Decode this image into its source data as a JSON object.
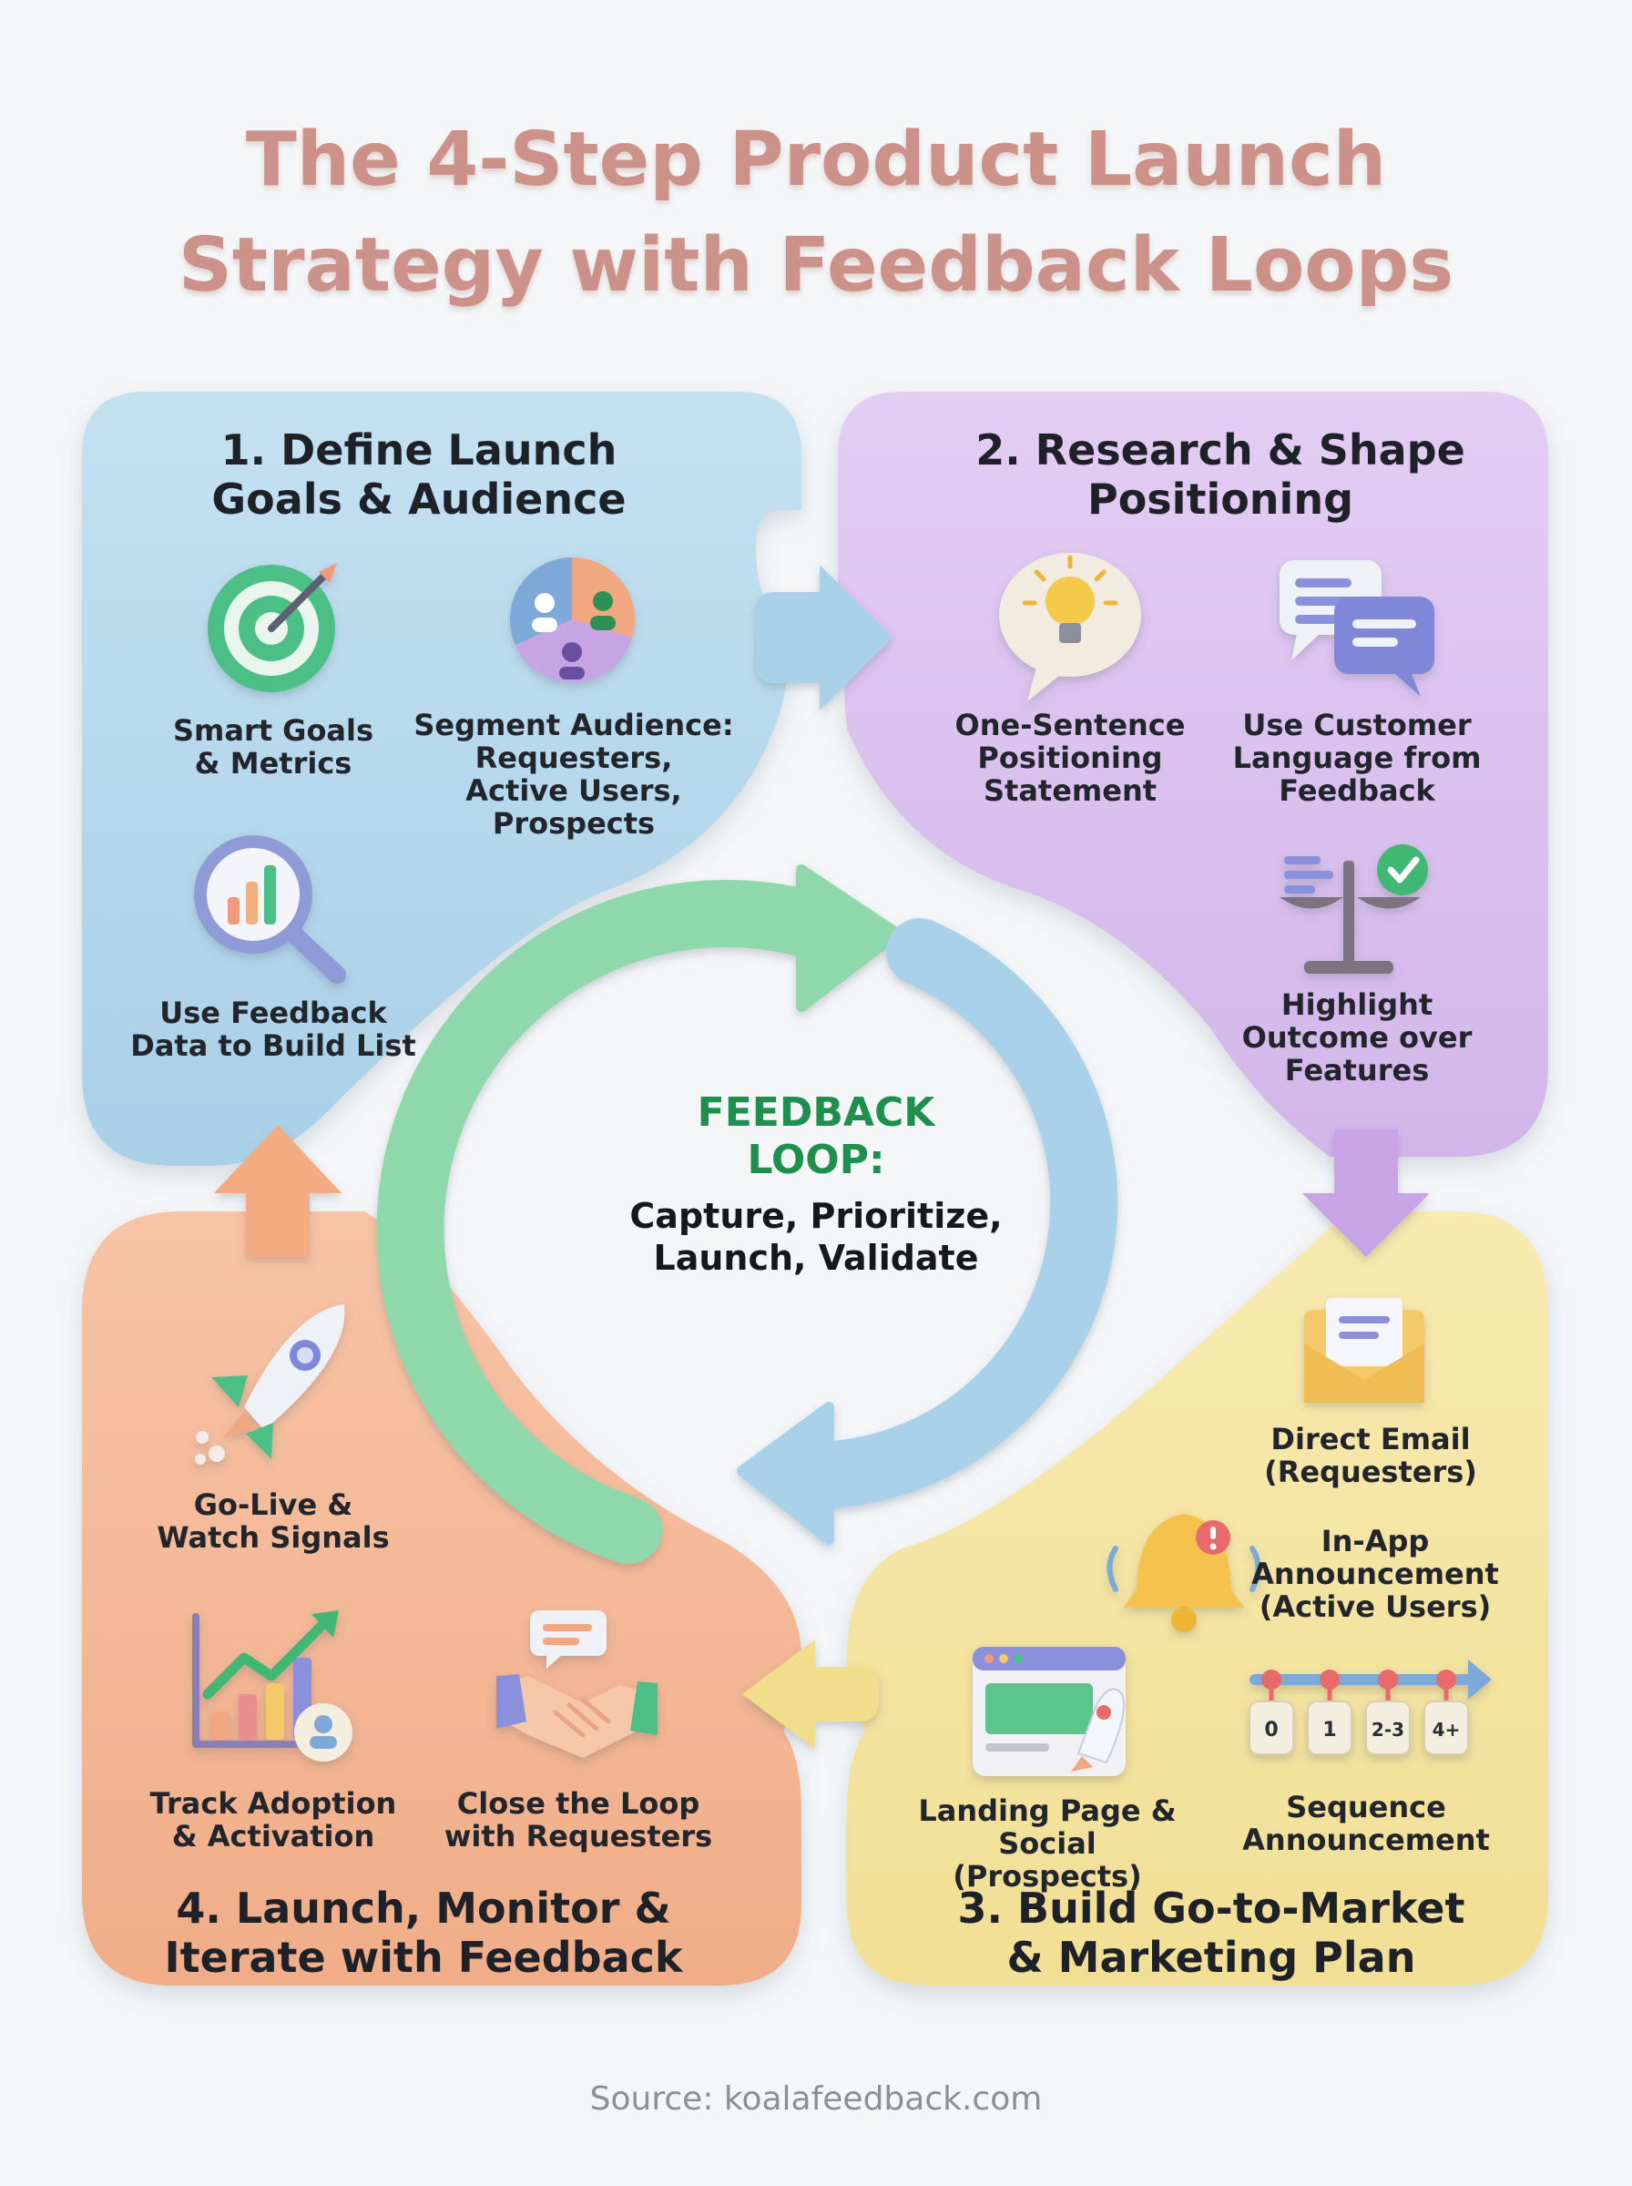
{
  "title": {
    "line1": "The 4-Step Product Launch",
    "line2": "Strategy with Feedback Loops"
  },
  "colors": {
    "blue_panel": "#b7d9ec",
    "purple_panel": "#dcc4ee",
    "yellow_panel": "#f6e6a4",
    "orange_panel": "#f5ba98",
    "loop_green": "#8fd8ac",
    "loop_blue": "#a9d2ea",
    "loop_title": "#1f8f4e",
    "title": "#cc9188"
  },
  "steps": [
    {
      "heading": "1. Define Launch\nGoals & Audience",
      "items": [
        {
          "icon": "target-icon",
          "label": "Smart Goals\n& Metrics"
        },
        {
          "icon": "pie-audience-icon",
          "label": "Segment Audience:\nRequesters,\nActive Users,\nProspects"
        },
        {
          "icon": "magnifier-chart-icon",
          "label": "Use Feedback\nData to Build List"
        }
      ]
    },
    {
      "heading": "2. Research & Shape\nPositioning",
      "items": [
        {
          "icon": "lightbulb-bubble-icon",
          "label": "One-Sentence\nPositioning\nStatement"
        },
        {
          "icon": "chat-bubbles-icon",
          "label": "Use Customer\nLanguage from\nFeedback"
        },
        {
          "icon": "balance-scale-icon",
          "label": "Highlight\nOutcome over\nFeatures"
        }
      ]
    },
    {
      "heading": "3. Build Go-to-Market\n& Marketing Plan",
      "items": [
        {
          "icon": "envelope-icon",
          "label": "Direct Email\n(Requesters)"
        },
        {
          "icon": "bell-icon",
          "label": "In-App\nAnnouncement\n(Active Users)"
        },
        {
          "icon": "browser-rocket-icon",
          "label": "Landing Page &\nSocial (Prospects)"
        },
        {
          "icon": "timeline-icon",
          "label": "Sequence\nAnnouncement",
          "steps": [
            "0",
            "1",
            "2-3",
            "4+"
          ]
        }
      ]
    },
    {
      "heading": "4. Launch, Monitor &\nIterate with Feedback",
      "items": [
        {
          "icon": "rocket-icon",
          "label": "Go-Live &\nWatch Signals"
        },
        {
          "icon": "growth-chart-icon",
          "label": "Track Adoption\n& Activation"
        },
        {
          "icon": "handshake-icon",
          "label": "Close the Loop\nwith Requesters"
        }
      ]
    }
  ],
  "loop": {
    "title": "FEEDBACK\nLOOP:",
    "subtitle": "Capture, Prioritize,\nLaunch, Validate"
  },
  "source": "Source: koalafeedback.com"
}
